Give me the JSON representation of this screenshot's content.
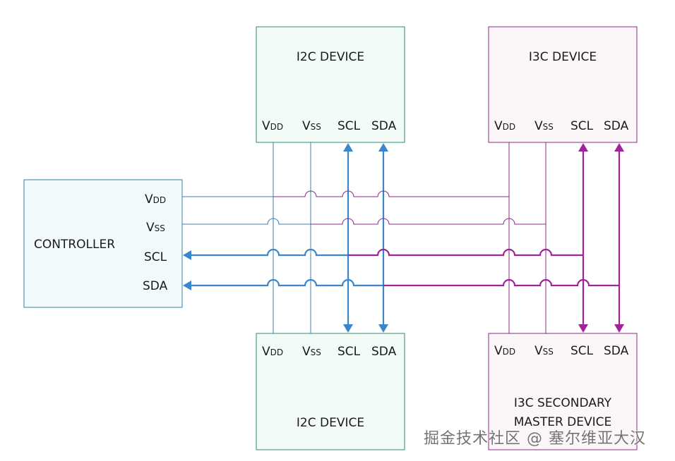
{
  "colors": {
    "i2c_border": "#2e8b74",
    "i2c_fill": "#f3fbf6",
    "i3c_border": "#8a2a8a",
    "i3c_fill": "#fdf6f8",
    "controller_border": "#3a7fb0",
    "controller_fill": "#f2fafd",
    "blue_wire": "#3a86cc",
    "purple_wire": "#a0239a",
    "thin_blue": "#3d7fae",
    "thin_purple": "#8a2a8a"
  },
  "controller": {
    "title": "CONTROLLER",
    "pins": [
      {
        "main": "V",
        "sub": "DD"
      },
      {
        "main": "V",
        "sub": "SS"
      },
      {
        "main": "SCL",
        "sub": ""
      },
      {
        "main": "SDA",
        "sub": ""
      }
    ]
  },
  "i2c_top": {
    "title": "I2C DEVICE",
    "pins": [
      {
        "main": "V",
        "sub": "DD"
      },
      {
        "main": "V",
        "sub": "SS"
      },
      {
        "main": "SCL",
        "sub": ""
      },
      {
        "main": "SDA",
        "sub": ""
      }
    ]
  },
  "i3c_top": {
    "title": "I3C DEVICE",
    "pins": [
      {
        "main": "V",
        "sub": "DD"
      },
      {
        "main": "V",
        "sub": "SS"
      },
      {
        "main": "SCL",
        "sub": ""
      },
      {
        "main": "SDA",
        "sub": ""
      }
    ]
  },
  "i2c_bottom": {
    "title": "I2C DEVICE",
    "pins": [
      {
        "main": "V",
        "sub": "DD"
      },
      {
        "main": "V",
        "sub": "SS"
      },
      {
        "main": "SCL",
        "sub": ""
      },
      {
        "main": "SDA",
        "sub": ""
      }
    ]
  },
  "i3c_bottom": {
    "title_line1": "I3C SECONDARY",
    "title_line2": "MASTER DEVICE",
    "pins": [
      {
        "main": "V",
        "sub": "DD"
      },
      {
        "main": "V",
        "sub": "SS"
      },
      {
        "main": "SCL",
        "sub": ""
      },
      {
        "main": "SDA",
        "sub": ""
      }
    ]
  },
  "watermark": "掘金技术社区 @ 塞尔维亚大汉"
}
